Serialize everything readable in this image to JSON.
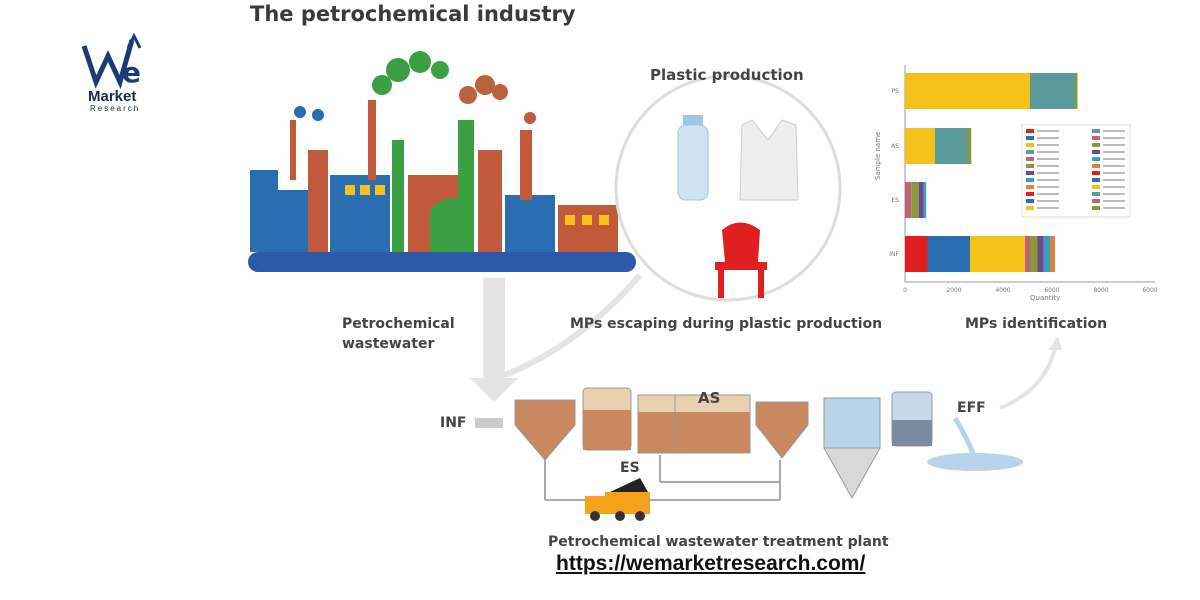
{
  "logo": {
    "brand_letters": "We",
    "line1": "Market",
    "line2": "Research"
  },
  "title": "The petrochemical industry",
  "labels": {
    "plastic_production": "Plastic production",
    "petrochemical_wastewater_line1": "Petrochemical",
    "petrochemical_wastewater_line2": "wastewater",
    "mps_escaping": "MPs escaping during plastic production",
    "mps_identification": "MPs identification",
    "inf": "INF",
    "eff": "EFF",
    "as": "AS",
    "es": "ES",
    "plant": "Petrochemical wastewater treatment plant"
  },
  "chart_data": {
    "type": "bar",
    "orientation": "horizontal",
    "stacked": true,
    "categories": [
      "PS",
      "AS",
      "ES",
      "INF"
    ],
    "x_tick_labels": [
      "0",
      "2000",
      "4000",
      "6000",
      "8000",
      "6000"
    ],
    "xlim": [
      0,
      10000
    ],
    "legend_placement": "right",
    "series": [
      {
        "color": "#e02020",
        "values": [
          0,
          0,
          0,
          900
        ]
      },
      {
        "color": "#2a6db0",
        "values": [
          0,
          0,
          0,
          1700
        ]
      },
      {
        "color": "#f5c21b",
        "values": [
          5000,
          1200,
          0,
          2200
        ]
      },
      {
        "color": "#5a9a9a",
        "values": [
          1800,
          1300,
          0,
          0
        ]
      },
      {
        "color": "#c0607a",
        "values": [
          0,
          0,
          250,
          200
        ]
      },
      {
        "color": "#8a9a3a",
        "values": [
          100,
          150,
          300,
          300
        ]
      },
      {
        "color": "#6a4a8a",
        "values": [
          0,
          0,
          200,
          250
        ]
      },
      {
        "color": "#3aa0c0",
        "values": [
          0,
          0,
          100,
          250
        ]
      },
      {
        "color": "#e08040",
        "values": [
          0,
          0,
          0,
          200
        ]
      }
    ]
  },
  "url": "https://wemarketresearch.com/"
}
